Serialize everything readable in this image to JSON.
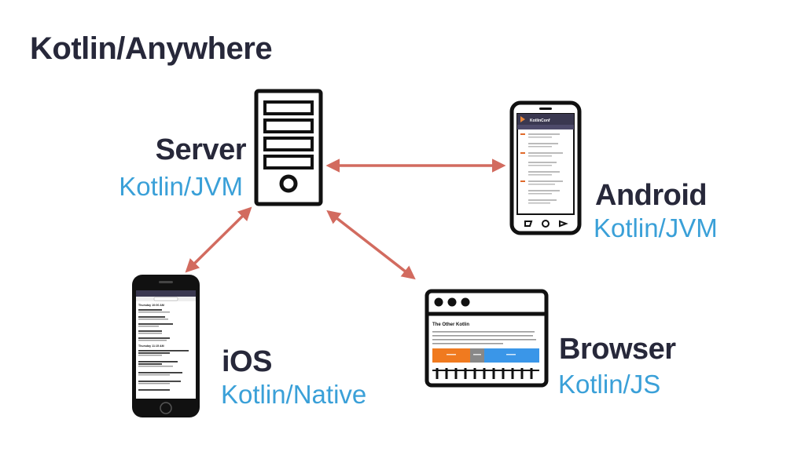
{
  "title": "Kotlin/Anywhere",
  "colors": {
    "arrow": "#d26b5f",
    "heading": "#27283a",
    "sub": "#3aa0d8",
    "device": "#111111"
  },
  "nodes": {
    "server": {
      "name": "Server",
      "platform": "Kotlin/JVM",
      "icon": "server-tower-icon"
    },
    "android": {
      "name": "Android",
      "platform": "Kotlin/JVM",
      "icon": "android-phone-icon"
    },
    "ios": {
      "name": "iOS",
      "platform": "Kotlin/Native",
      "icon": "iphone-icon"
    },
    "browser": {
      "name": "Browser",
      "platform": "Kotlin/JS",
      "icon": "browser-window-icon"
    }
  },
  "edges": [
    {
      "from": "server",
      "to": "android"
    },
    {
      "from": "server",
      "to": "ios"
    },
    {
      "from": "server",
      "to": "browser"
    }
  ],
  "android_screen": {
    "app_title": "KotlinConf"
  },
  "browser_screen": {
    "heading": "The Other Kotlin"
  },
  "ios_screen": {
    "sections": [
      "Thursday 10:00 AM",
      "Thursday 11:15 AM"
    ]
  }
}
